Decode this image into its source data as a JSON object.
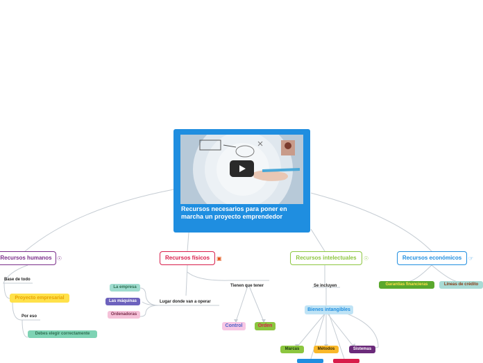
{
  "center": {
    "title": "Recursos necesarios para poner en marcha un proyecto emprendedor",
    "video_thumbnail": "whiteboard-hand-drawing",
    "play_icon": "play-icon"
  },
  "branches": {
    "humanos": {
      "label": "Recursos humanos",
      "color": "#7a2d8a",
      "icon": "globe-icon"
    },
    "fisicos": {
      "label": "Recursos físicos",
      "color": "#d81d4a",
      "icon": "box-icon"
    },
    "intelectuales": {
      "label": "Recursos intelectuales",
      "color": "#8cc63f",
      "icon": "globe-icon"
    },
    "economicos": {
      "label": "Recursos económicos",
      "color": "#1f8ee0",
      "icon": "hand-icon"
    }
  },
  "humanos": {
    "base": "Base de todo",
    "proyecto": "Proyecto empresarial",
    "por_eso": "Por eso",
    "debes": "Debes elegir correctamente"
  },
  "fisicos": {
    "lugar": "Lugar donde van a operar",
    "empresa": "La empresa",
    "maquinas": "Las máquinas",
    "ordenadoras": "Ordenadoras",
    "tienen": "Tienen que tener",
    "control": "Control",
    "orden": "Orden"
  },
  "intelectuales": {
    "se_incluyen": "Se incluyen",
    "bienes": "Bienes intangibles",
    "marcas": "Marcas",
    "metodos": "Métodos",
    "sistemas": "Sistemas"
  },
  "economicos": {
    "garantias": "Garantías financieras",
    "lineas": "Líneas de crédito"
  }
}
